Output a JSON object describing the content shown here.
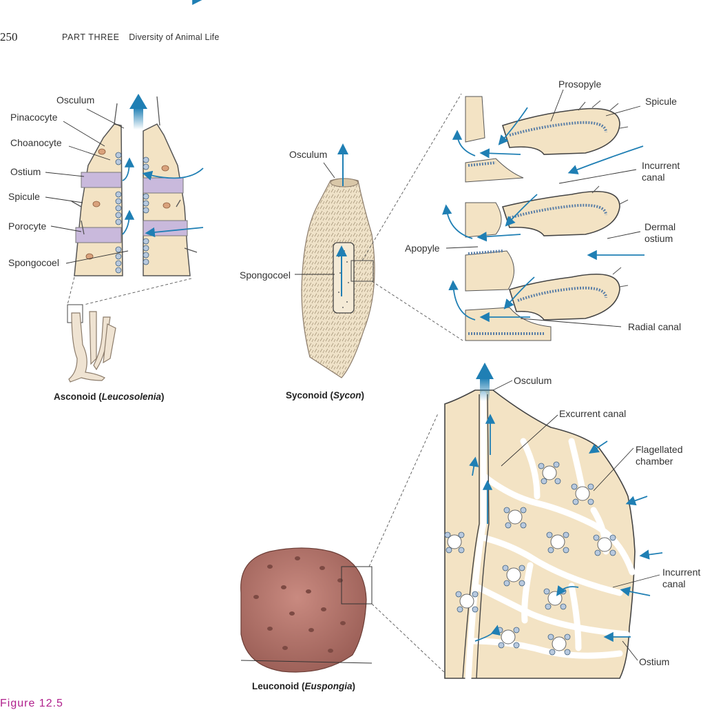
{
  "header": {
    "page_number": "250",
    "part": "PART THREE",
    "chapter": "Diversity of Animal Life"
  },
  "asconoid": {
    "labels": {
      "osculum": "Osculum",
      "pinacocyte": "Pinacocyte",
      "choanocyte": "Choanocyte",
      "ostium": "Ostium",
      "spicule": "Spicule",
      "porocyte": "Porocyte",
      "spongocoel": "Spongocoel"
    },
    "caption_prefix": "Asconoid (",
    "caption_genus": "Leucosolenia",
    "caption_suffix": ")"
  },
  "syconoid": {
    "labels": {
      "osculum": "Osculum",
      "spongocoel": "Spongocoel",
      "apopyle": "Apopyle",
      "prosopyle": "Prosopyle",
      "spicule": "Spicule",
      "incurrent_canal": "Incurrent canal",
      "dermal_ostium": "Dermal ostium",
      "radial_canal": "Radial canal"
    },
    "caption_prefix": "Syconoid (",
    "caption_genus": "Sycon",
    "caption_suffix": ")"
  },
  "leuconoid": {
    "labels": {
      "osculum": "Osculum",
      "excurrent_canal": "Excurrent canal",
      "flagellated_chamber": "Flagellated chamber",
      "incurrent_canal": "Incurrent canal",
      "ostium": "Ostium"
    },
    "caption_prefix": "Leuconoid (",
    "caption_genus": "Euspongia",
    "caption_suffix": ")"
  },
  "figure_tag": "Figure 12.5",
  "colors": {
    "tissue": "#f3e3c4",
    "flow_arrow": "#1f7fb4",
    "collar_cell": "#5b7fa6",
    "sponge_body": "#b0726a",
    "outline": "#4a4a4a"
  }
}
